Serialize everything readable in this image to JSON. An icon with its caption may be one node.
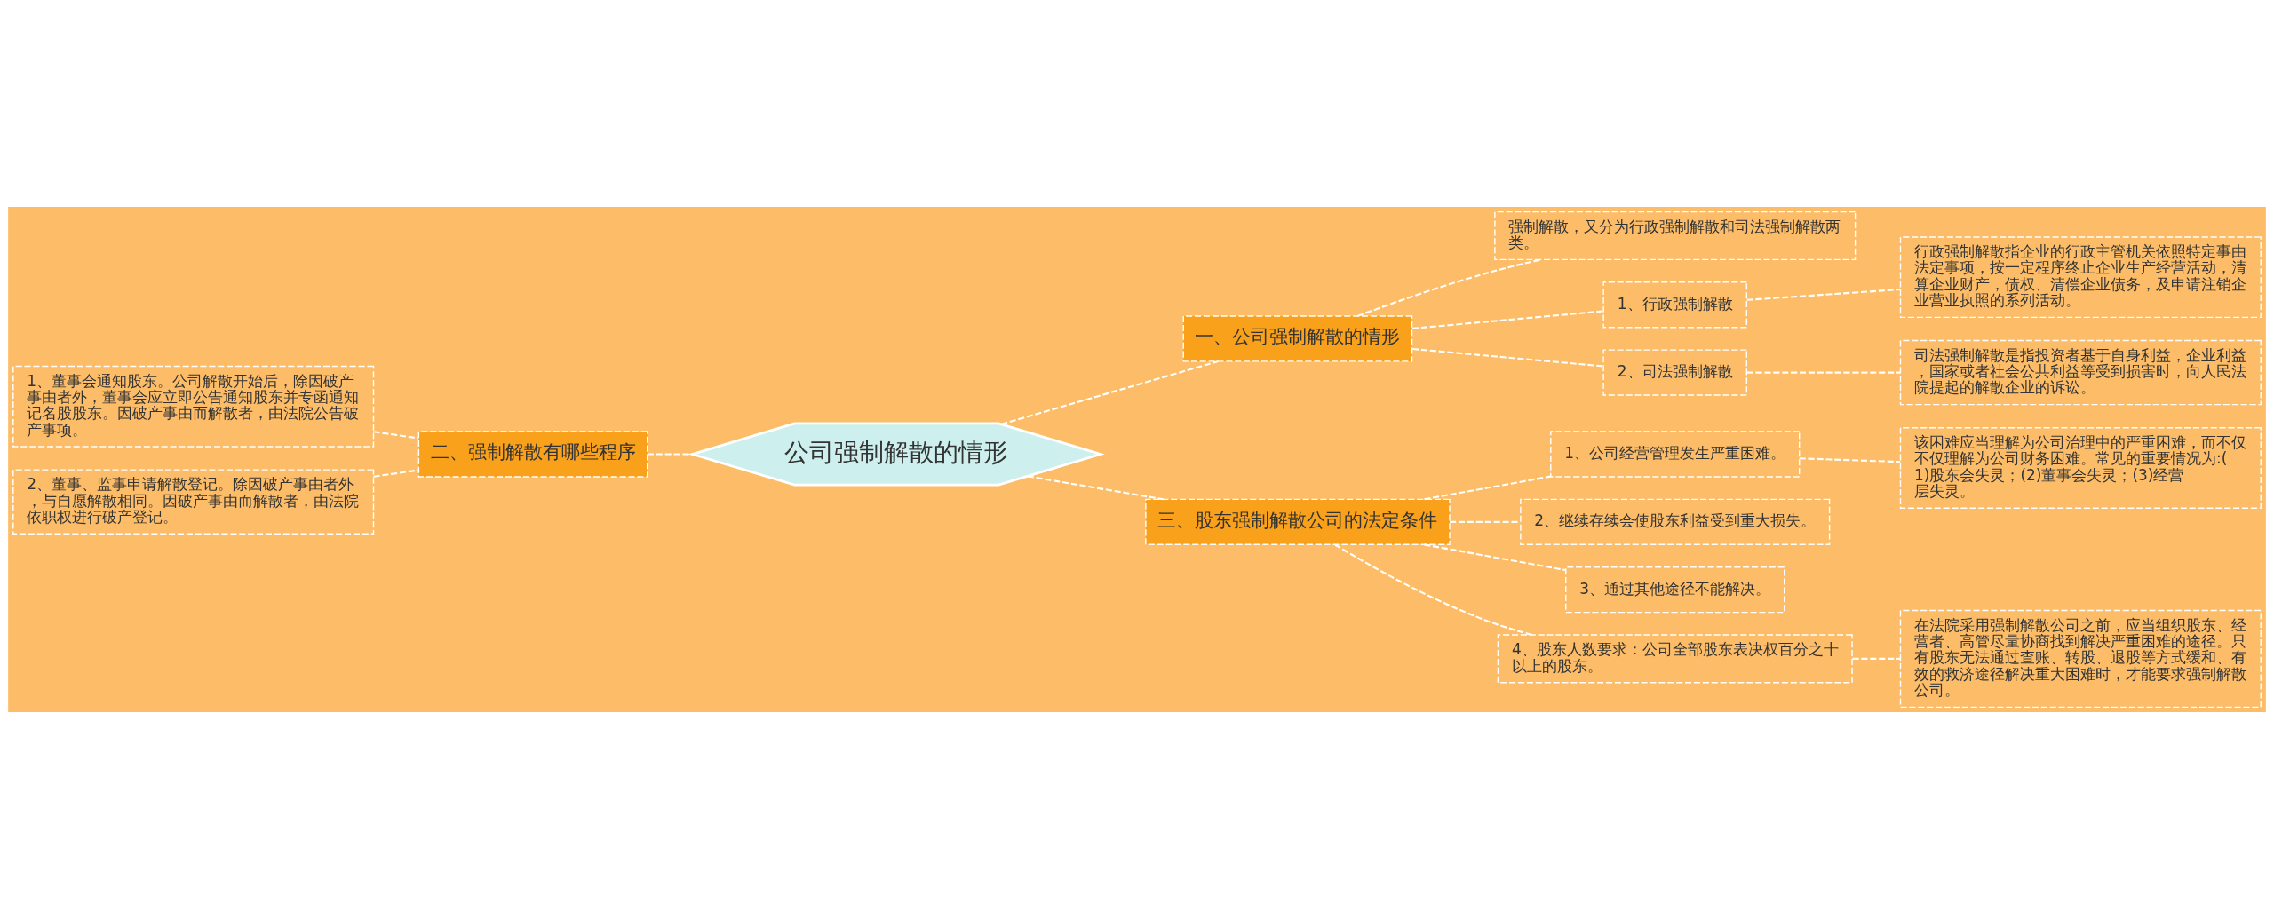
{
  "diagram": {
    "nodes": [
      {
        "text": [
          "公司强制解散的情形"
        ]
      },
      {
        "text": [
          "一、公司强制解散的情形"
        ]
      },
      {
        "text": [
          "强制解散，又分为行政强制解散和司法强制解散两类。"
        ]
      },
      {
        "text": [
          "1、行政强制解散"
        ]
      },
      {
        "text": [
          "行政强制解散指企业的行政主管机关依照特定事由法定事项，按一定程序终止企业生产经营活动，清算企业财产，债权、清偿企业债务，及申请注销企业营业执照的系列活动。"
        ]
      },
      {
        "text": [
          "2、司法强制解散"
        ]
      },
      {
        "text": [
          "司法强制解散是指投资者基于自身利益，企业利益，国家或者社会公共利益等受到损害时，向人民法院提起的解散企业的诉讼。"
        ]
      },
      {
        "text": [
          "二、强制解散有哪些程序"
        ]
      },
      {
        "text": [
          "1、董事会通知股东。公司解散开始后，除因破产事由者外，董事会应立即公告通知股东并专函通知记名股股东。因破产事由而解散者，由法院公告破产事项。"
        ]
      },
      {
        "text": [
          "2、董事、监事申请解散登记。除因破产事由者外，与自愿解散相同。因破产事由而解散者，由法院依职权进行破产登记。"
        ]
      },
      {
        "text": [
          "三、股东强制解散公司的法定条件"
        ]
      },
      {
        "text": [
          "1、公司经营管理发生严重困难。"
        ]
      },
      {
        "text": [
          "该困难应当理解为公司治理中的严重困难，而不仅不仅理解为公司财务困难。常见的重要情况为:(1)股东会失灵；(2)董事会失灵；(3)经营层失灵。"
        ]
      },
      {
        "text": [
          "2、继续存续会使股东利益受到重大损失。"
        ]
      },
      {
        "text": [
          "3、通过其他途径不能解决。"
        ]
      },
      {
        "text": [
          "4、股东人数要求：公司全部股东表决权百分之十以上的股东。"
        ]
      },
      {
        "text": [
          "在法院采用强制解散公司之前，应当组织股东、经营者、高管尽量协商找到解决严重困难的途径。只有股东无法通过查账、转股、退股等方式缓和、有效的救济途径解决重大困难时，才能要求强制解散公司。"
        ]
      }
    ],
    "edges": [
      {
        "from": 0,
        "to": 1,
        "arrow": "none",
        "style": "dashed"
      },
      {
        "from": 1,
        "to": 2,
        "arrow": "none",
        "style": "dashed"
      },
      {
        "from": 1,
        "to": 3,
        "arrow": "none",
        "style": "dashed"
      },
      {
        "from": 3,
        "to": 4,
        "arrow": "none",
        "style": "dashed"
      },
      {
        "from": 1,
        "to": 5,
        "arrow": "none",
        "style": "dashed"
      },
      {
        "from": 5,
        "to": 6,
        "arrow": "none",
        "style": "dashed"
      },
      {
        "from": 0,
        "to": 7,
        "arrow": "none",
        "style": "dashed"
      },
      {
        "from": 7,
        "to": 8,
        "arrow": "none",
        "style": "dashed"
      },
      {
        "from": 7,
        "to": 9,
        "arrow": "none",
        "style": "dashed"
      },
      {
        "from": 0,
        "to": 10,
        "arrow": "none",
        "style": "dashed"
      },
      {
        "from": 10,
        "to": 11,
        "arrow": "none",
        "style": "dashed"
      },
      {
        "from": 11,
        "to": 12,
        "arrow": "none",
        "style": "dashed"
      },
      {
        "from": 10,
        "to": 13,
        "arrow": "none",
        "style": "dashed"
      },
      {
        "from": 10,
        "to": 14,
        "arrow": "none",
        "style": "dashed"
      },
      {
        "from": 10,
        "to": 15,
        "arrow": "none",
        "style": "dashed"
      },
      {
        "from": 15,
        "to": 16,
        "arrow": "none",
        "style": "dashed"
      }
    ]
  }
}
